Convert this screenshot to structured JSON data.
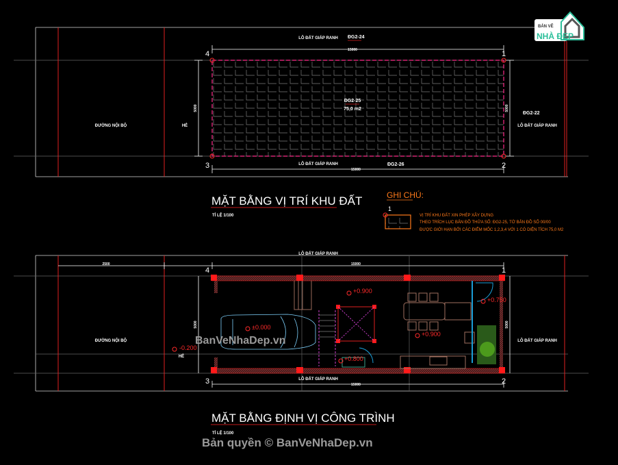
{
  "site_plan": {
    "title": "MẶT BẰNG VỊ TRÍ KHU ĐẤT",
    "scale": "TỈ LỆ 1/100",
    "top_neighbor": "LÔ ĐẤT GIÁP RANH",
    "top_lot_id": "ĐG2-24",
    "bottom_neighbor": "LÔ ĐẤT GIÁP RANH",
    "bottom_lot_id": "ĐG2-26",
    "right_lot_id": "ĐG2-22",
    "right_neighbor": "LÔ ĐẤT GIÁP RANH",
    "road": "ĐƯỜNG NỘI BỘ",
    "alley": "HẺ",
    "lot_id": "ĐG2-25",
    "lot_area": "75,0 m2",
    "dim_length": "15000",
    "dim_width": "5000",
    "corners": [
      "1",
      "2",
      "3",
      "4"
    ]
  },
  "notes": {
    "heading": "GHI CHÚ:",
    "marker": "1",
    "lines": [
      "VỊ TRÍ KHU ĐẤT XIN PHÉP XÂY DỰNG",
      "THEO TRÍCH LỤC BẢN ĐỒ THỬA SỐ: ĐG2-25, TỜ BẢN ĐỒ SỐ 00/00",
      "ĐƯỢC GIỚI HẠN BỞI CÁC ĐIỂM MỐC 1,2,3,4 VỚI 1 CÓ DIỆN TÍCH 75,0 M2"
    ]
  },
  "layout_plan": {
    "title": "MẶT BẰNG ĐỊNH VỊ CÔNG TRÌNH",
    "scale": "TỈ LỆ 1/100",
    "top_neighbor": "LÔ ĐẤT GIÁP RANH",
    "bottom_neighbor": "LÔ ĐẤT GIÁP RANH",
    "right_neighbor": "LÔ ĐẤT GIÁP RANH",
    "road": "ĐƯỜNG NỘI BỘ",
    "alley": "HẺ",
    "dim_setback": "2500",
    "dim_length": "15000",
    "dim_width": "5000",
    "levels": [
      "-0.200",
      "±0.000",
      "+0.900",
      "+0.750",
      "+0.900",
      "+0.800"
    ],
    "corners": [
      "1",
      "2",
      "3",
      "4"
    ]
  },
  "watermarks": {
    "center": "BanVeNhaDep.vn",
    "copyright": "Bản quyền © BanVeNhaDep.vn"
  },
  "logo": {
    "line1": "BẢN VẼ",
    "line2": "NHÀ ĐẸP"
  },
  "colors": {
    "background": "#000000",
    "boundary": "#ff2a2a",
    "notes": "#ff7a1a",
    "grid": "#8a8a8a",
    "car": "#7fd3ff"
  }
}
